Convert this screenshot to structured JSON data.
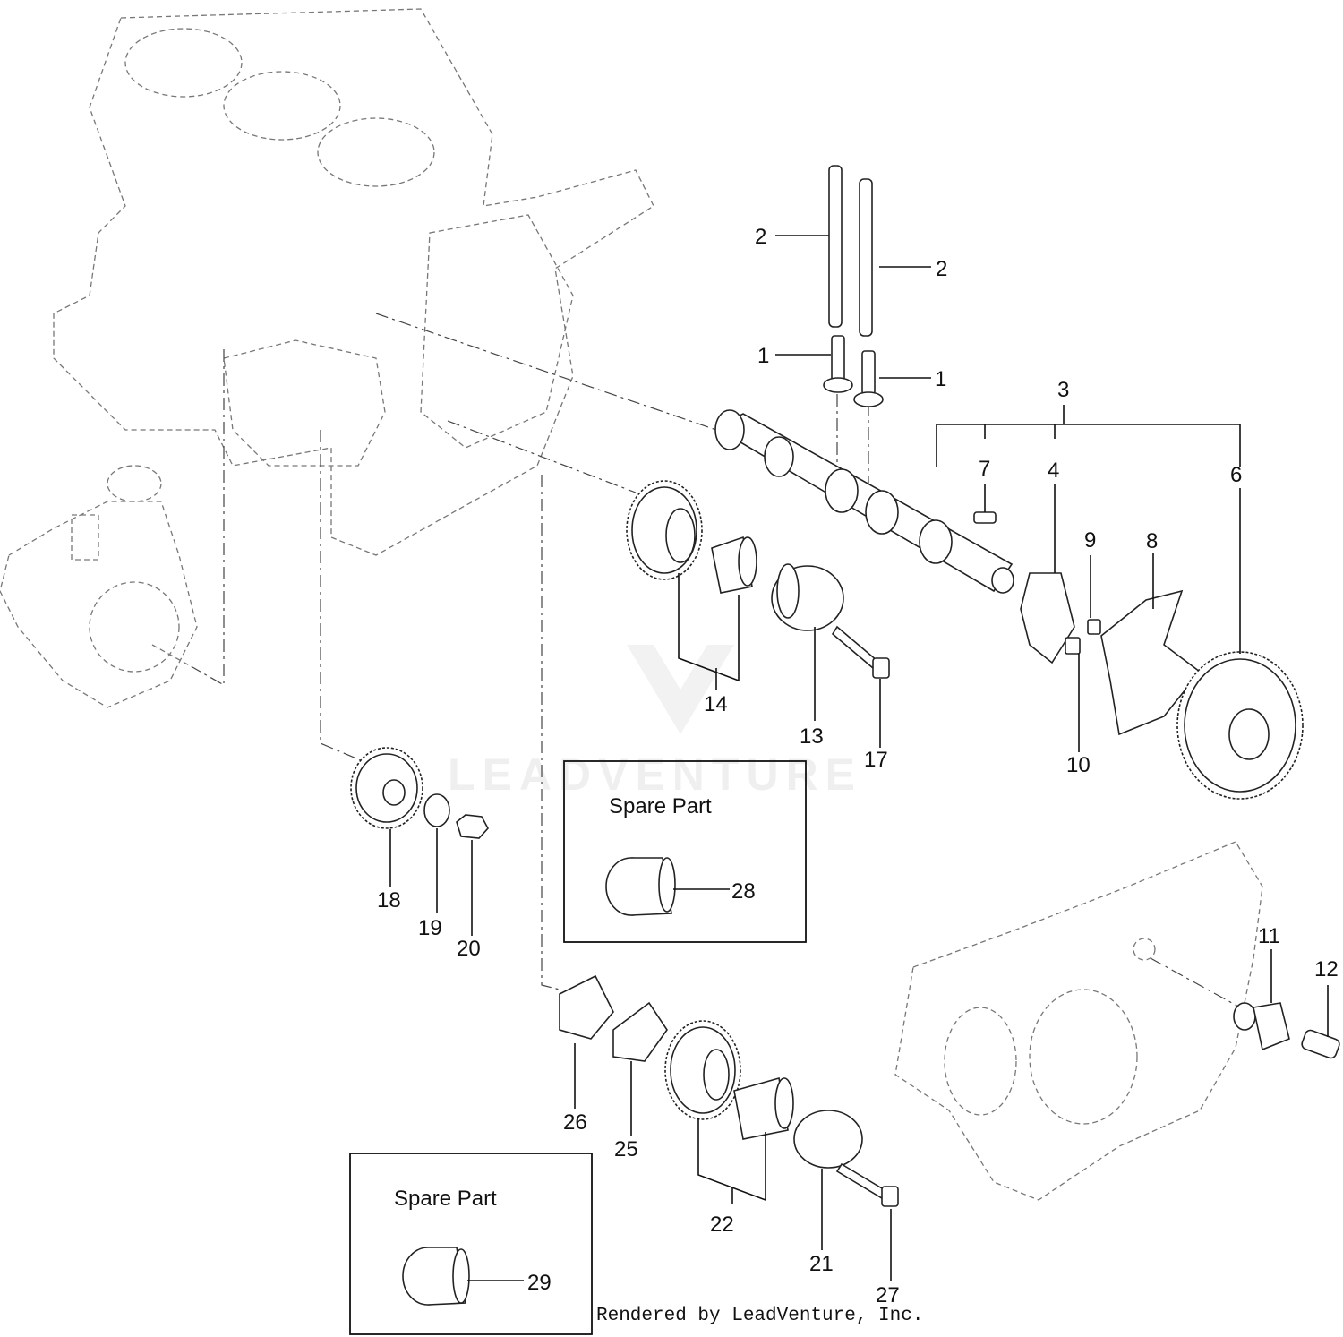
{
  "callouts": [
    "1",
    "2",
    "3",
    "4",
    "6",
    "7",
    "8",
    "9",
    "10",
    "11",
    "12",
    "13",
    "14",
    "17",
    "18",
    "19",
    "20",
    "21",
    "22",
    "25",
    "26",
    "27",
    "28",
    "29"
  ],
  "spare_part_boxes": [
    {
      "title": "Spare  Part",
      "part": "28"
    },
    {
      "title": "Spare  Part",
      "part": "29"
    }
  ],
  "watermark": "LEADVENTURE",
  "footer": "Rendered by LeadVenture, Inc."
}
